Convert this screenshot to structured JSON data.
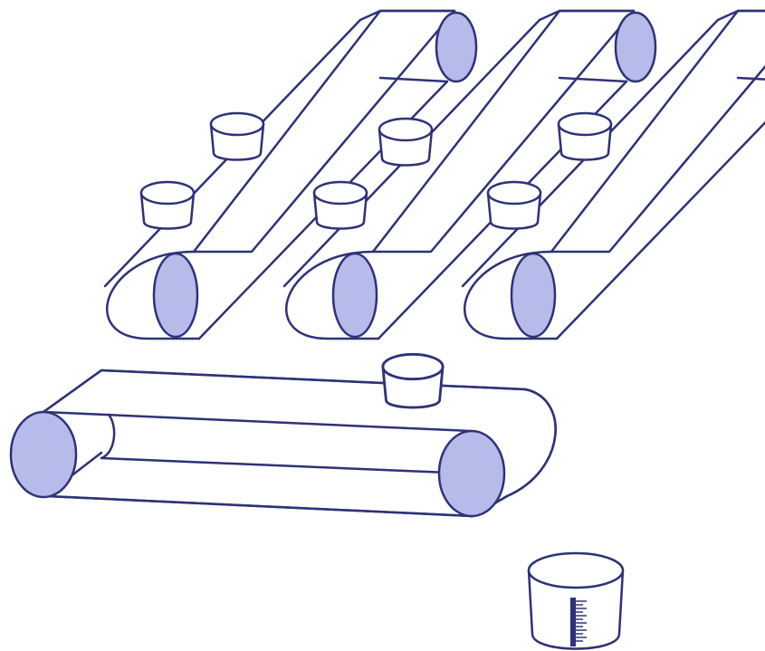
{
  "diagram": {
    "colors": {
      "stroke": "#2e3278",
      "roller_fill": "#b6bbea",
      "background": "#ffffff",
      "scale_fill": "#2e3278"
    },
    "parallel_conveyors": [
      {
        "name": "conveyor-1",
        "blocks": 2
      },
      {
        "name": "conveyor-2",
        "blocks": 2
      },
      {
        "name": "conveyor-3",
        "blocks": 2
      }
    ],
    "merge_conveyor": {
      "name": "merge-conveyor",
      "blocks": 1
    },
    "collection_cup": {
      "name": "collection-cup",
      "has_scale": true
    }
  }
}
